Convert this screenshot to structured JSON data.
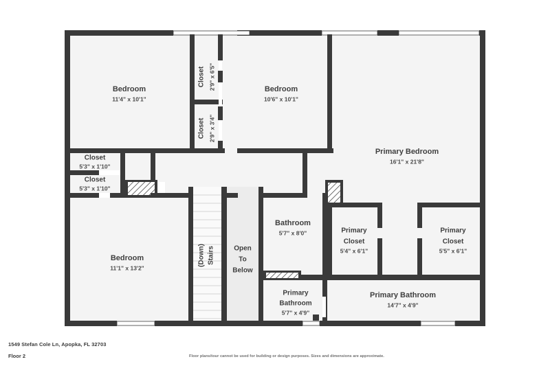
{
  "document": {
    "type": "floor-plan",
    "address": "1549 Stefan Cole Ln, Apopka, FL 32703",
    "floor_label": "Floor 2",
    "disclaimer": "Floor plans/tour cannot be used for building or design purposes. Sizes and dimensions are approximate."
  },
  "colors": {
    "wall": "#3a3a3a",
    "room_fill": "#f4f4f4",
    "open_below_fill": "#ececec",
    "stair_line": "#d8d8d8",
    "background": "#ffffff",
    "text": "#3f3f3f",
    "disclaimer_text": "#6e6e6e"
  },
  "rooms": [
    {
      "id": "bedroom-nw",
      "name": "Bedroom",
      "dimensions": "11'4\" x 10'1\""
    },
    {
      "id": "closet-upper",
      "name": "Closet",
      "dimensions": "2'9\" x 6'5\"",
      "rotated": true
    },
    {
      "id": "closet-lower",
      "name": "Closet",
      "dimensions": "2'9\" x 3'4\"",
      "rotated": true
    },
    {
      "id": "bedroom-n",
      "name": "Bedroom",
      "dimensions": "10'6\" x 10'1\""
    },
    {
      "id": "primary-bedroom",
      "name": "Primary Bedroom",
      "dimensions": "16'1\" x 21'8\""
    },
    {
      "id": "closet-hall-1",
      "name": "Closet",
      "dimensions": "5'3\" x 1'10\""
    },
    {
      "id": "closet-hall-2",
      "name": "Closet",
      "dimensions": "5'3\" x 1'10\""
    },
    {
      "id": "bedroom-sw",
      "name": "Bedroom",
      "dimensions": "11'1\" x 13'2\""
    },
    {
      "id": "stairs",
      "name": "Stairs (Down)",
      "dimensions": "",
      "rotated": true
    },
    {
      "id": "open-to-below",
      "name": "Open To Below",
      "dimensions": ""
    },
    {
      "id": "bathroom",
      "name": "Bathroom",
      "dimensions": "5'7\" x 8'0\""
    },
    {
      "id": "primary-closet-1",
      "name": "Primary Closet",
      "dimensions": "5'4\" x 6'1\""
    },
    {
      "id": "primary-closet-2",
      "name": "Primary Closet",
      "dimensions": "5'5\" x 6'1\""
    },
    {
      "id": "primary-bathroom-s",
      "name": "Primary Bathroom",
      "dimensions": "5'7\" x 4'9\""
    },
    {
      "id": "primary-bathroom-e",
      "name": "Primary Bathroom",
      "dimensions": "14'7\" x 4'9\""
    }
  ],
  "labels": {
    "bedroom_nw_name": "Bedroom",
    "bedroom_nw_dim": "11'4\" x 10'1\"",
    "closet_upper_name": "Closet",
    "closet_upper_dim": "2'9\" x 6'5\"",
    "closet_lower_name": "Closet",
    "closet_lower_dim": "2'9\" x 3'4\"",
    "bedroom_n_name": "Bedroom",
    "bedroom_n_dim": "10'6\" x 10'1\"",
    "primary_bedroom_name": "Primary Bedroom",
    "primary_bedroom_dim": "16'1\" x 21'8\"",
    "closet_hall1_name": "Closet",
    "closet_hall1_dim": "5'3\" x 1'10\"",
    "closet_hall2_name": "Closet",
    "closet_hall2_dim": "5'3\" x 1'10\"",
    "bedroom_sw_name": "Bedroom",
    "bedroom_sw_dim": "11'1\" x 13'2\"",
    "stairs_name": "Stairs",
    "stairs_sub": "(Down)",
    "open_line1": "Open",
    "open_line2": "To",
    "open_line3": "Below",
    "bathroom_name": "Bathroom",
    "bathroom_dim": "5'7\" x 8'0\"",
    "pcloset1_line1": "Primary",
    "pcloset1_line2": "Closet",
    "pcloset1_dim": "5'4\" x 6'1\"",
    "pcloset2_line1": "Primary",
    "pcloset2_line2": "Closet",
    "pcloset2_dim": "5'5\" x 6'1\"",
    "pbath_s_line1": "Primary",
    "pbath_s_line2": "Bathroom",
    "pbath_s_dim": "5'7\" x 4'9\"",
    "pbath_e_name": "Primary Bathroom",
    "pbath_e_dim": "14'7\" x 4'9\""
  }
}
